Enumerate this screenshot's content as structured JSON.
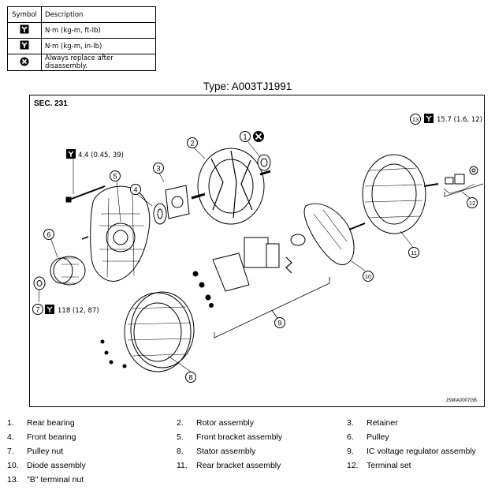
{
  "legend": {
    "header_symbol": "Symbol",
    "header_description": "Description",
    "rows": [
      {
        "icon": "torque-wrench-icon",
        "description": "N·m (kg-m, ft-lb)"
      },
      {
        "icon": "torque-wrench-icon",
        "description": "N·m (kg-m, in-lb)"
      },
      {
        "icon": "replace-x-icon",
        "description": "Always replace after disassembly."
      }
    ]
  },
  "title": "Type: A003TJ1991",
  "diagram": {
    "section": "SEC. 231",
    "code": "JSMIA0007GB",
    "torques": {
      "t13": "15.7 (1.6, 12)",
      "t5": "4.4 (0.45, 39)",
      "t7": "118 (12, 87)"
    },
    "callouts": [
      "1",
      "2",
      "3",
      "4",
      "5",
      "6",
      "7",
      "8",
      "9",
      "10",
      "11",
      "12",
      "13"
    ]
  },
  "parts": [
    {
      "num": "1.",
      "name": "Rear bearing"
    },
    {
      "num": "2.",
      "name": "Rotor assembly"
    },
    {
      "num": "3.",
      "name": "Retainer"
    },
    {
      "num": "4.",
      "name": "Front bearing"
    },
    {
      "num": "5.",
      "name": "Front bracket assembly"
    },
    {
      "num": "6.",
      "name": "Pulley"
    },
    {
      "num": "7.",
      "name": "Pulley nut"
    },
    {
      "num": "8.",
      "name": "Stator assembly"
    },
    {
      "num": "9.",
      "name": "IC voltage regulator assembly"
    },
    {
      "num": "10.",
      "name": "Diode assembly"
    },
    {
      "num": "11.",
      "name": "Rear bracket assembly"
    },
    {
      "num": "12.",
      "name": "Terminal set"
    },
    {
      "num": "13.",
      "name": "\"B\" terminal nut"
    }
  ]
}
